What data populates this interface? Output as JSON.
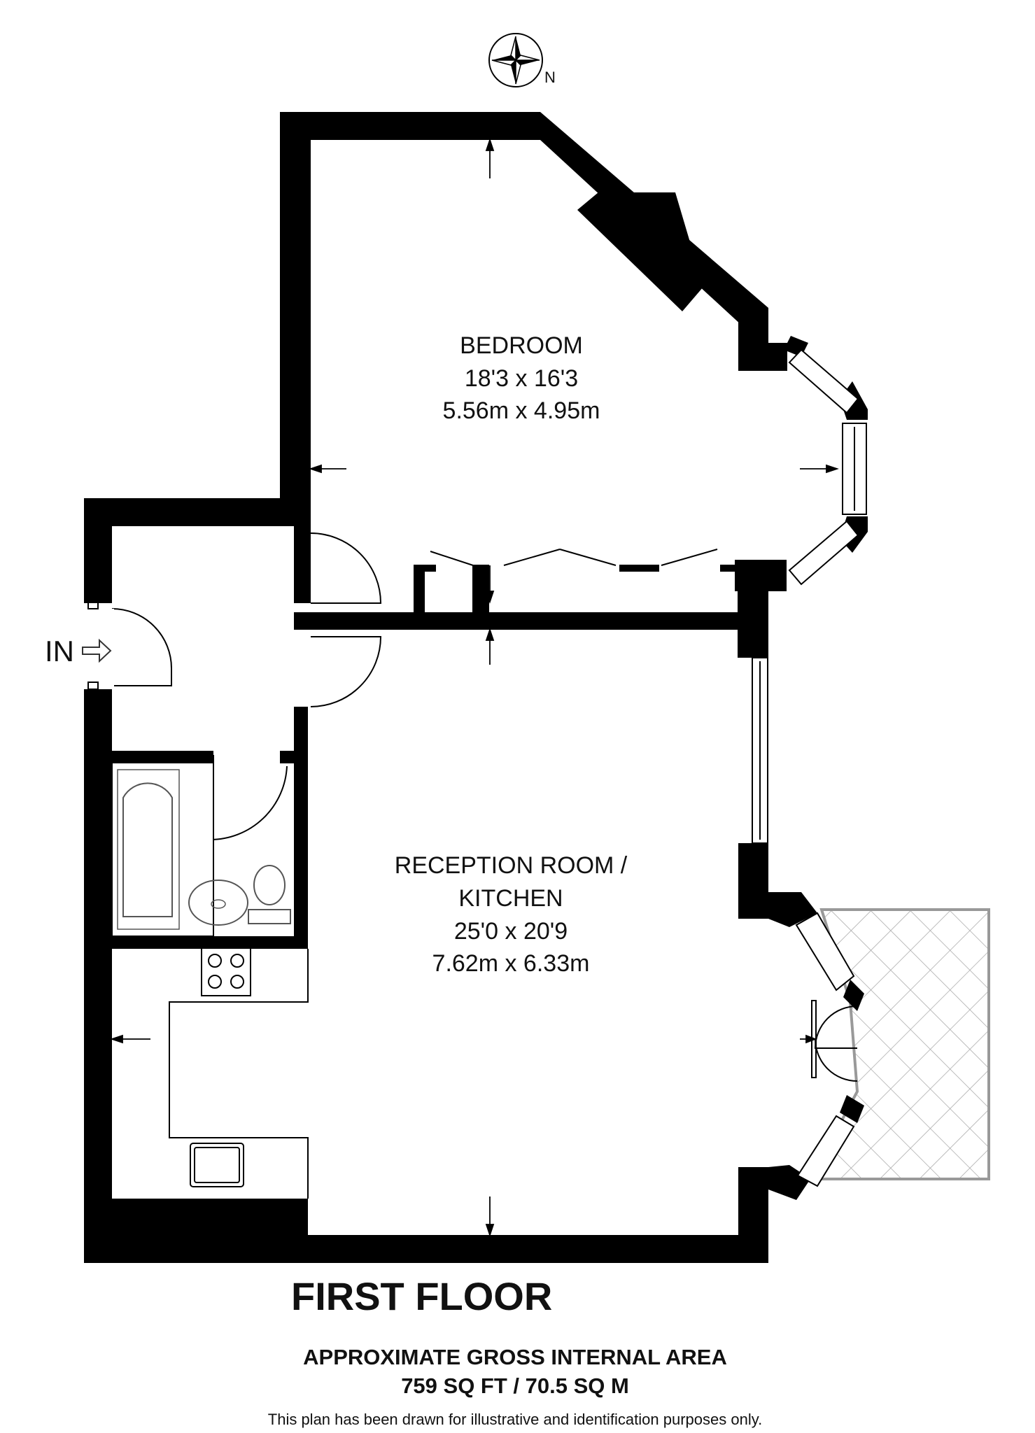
{
  "compass": {
    "north_label": "N",
    "icon": "compass-rose-icon"
  },
  "entrance": {
    "label": "IN"
  },
  "rooms": [
    {
      "name": "BEDROOM",
      "imperial": "18'3 x 16'3",
      "metric": "5.56m x 4.95m"
    },
    {
      "name_line1": "RECEPTION ROOM /",
      "name_line2": "KITCHEN",
      "imperial": "25'0 x 20'9",
      "metric": "7.62m x 6.33m"
    }
  ],
  "floor": {
    "title": "FIRST FLOOR"
  },
  "area": {
    "heading": "APPROXIMATE GROSS INTERNAL AREA",
    "value": "759 SQ FT / 70.5 SQ M"
  },
  "disclaimer": "This plan has been drawn for illustrative and identification purposes only.",
  "colors": {
    "wall": "#000000",
    "fixture": "#555555",
    "balcony": "#999999"
  }
}
